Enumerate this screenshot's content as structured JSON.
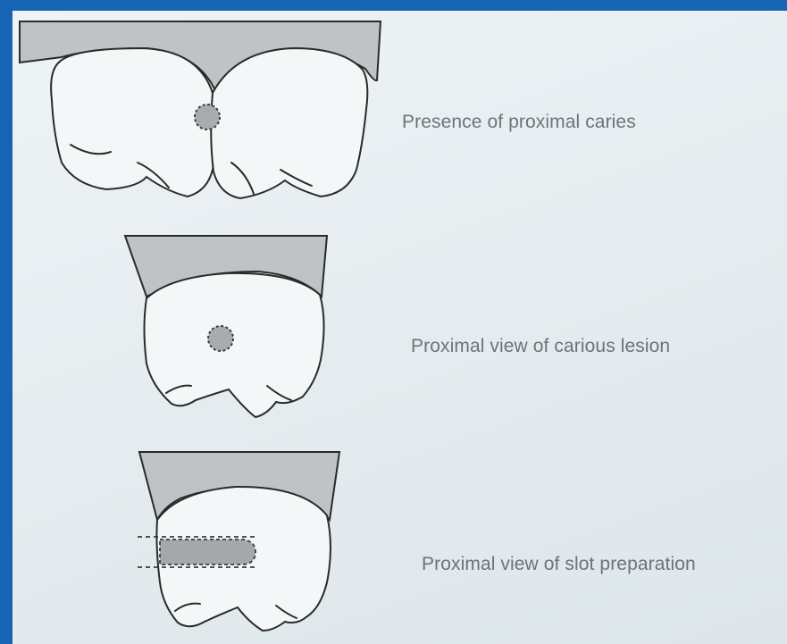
{
  "diagram": {
    "panels": [
      {
        "caption": "Presence of proximal caries"
      },
      {
        "caption": "Proximal view of carious lesion"
      },
      {
        "caption": "Proximal view of slot preparation"
      }
    ]
  },
  "colors": {
    "frame": "#1565b4",
    "background": "#e6edf0",
    "tooth_fill": "#f4f7f8",
    "gum": "#bfc3c5",
    "caries": "#a9acae",
    "caption_text": "#6d7377"
  }
}
